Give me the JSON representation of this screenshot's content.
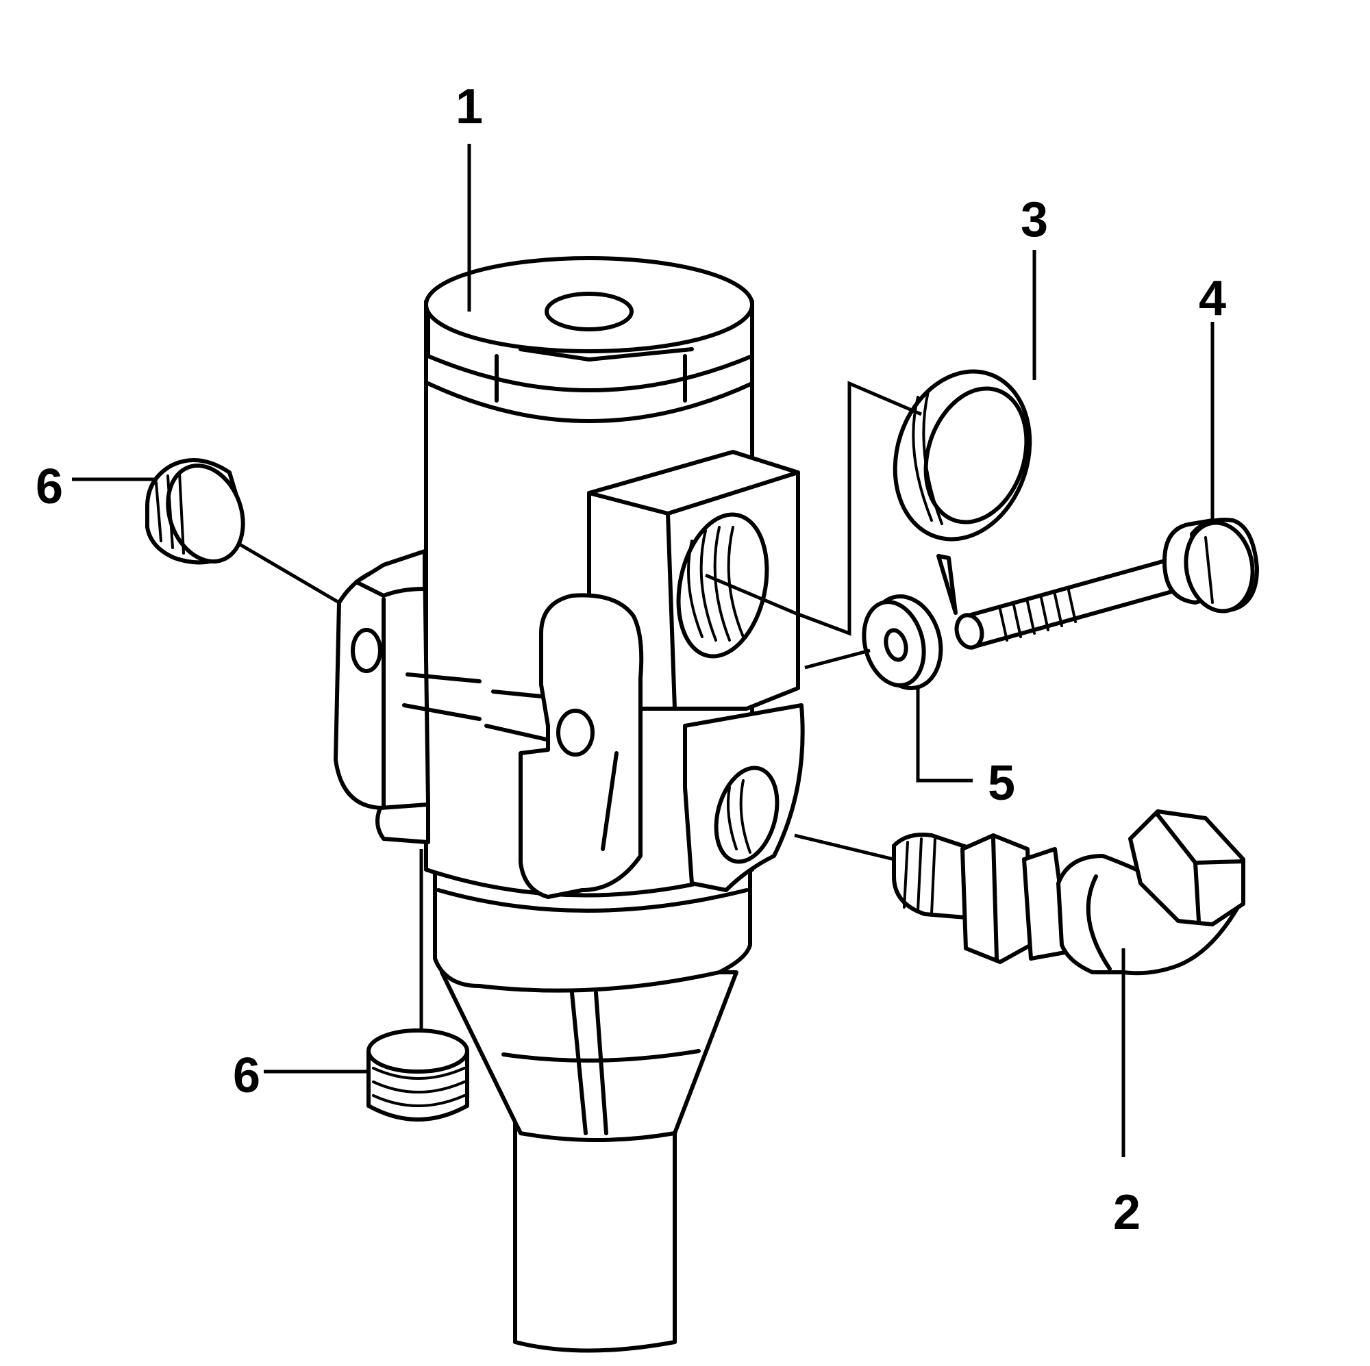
{
  "callouts": {
    "c1": "1",
    "c2": "2",
    "c3": "3",
    "c4": "4",
    "c5": "5",
    "c6a": "6",
    "c6b": "6"
  },
  "colors": {
    "ink": "#000000",
    "paper": "#ffffff"
  }
}
